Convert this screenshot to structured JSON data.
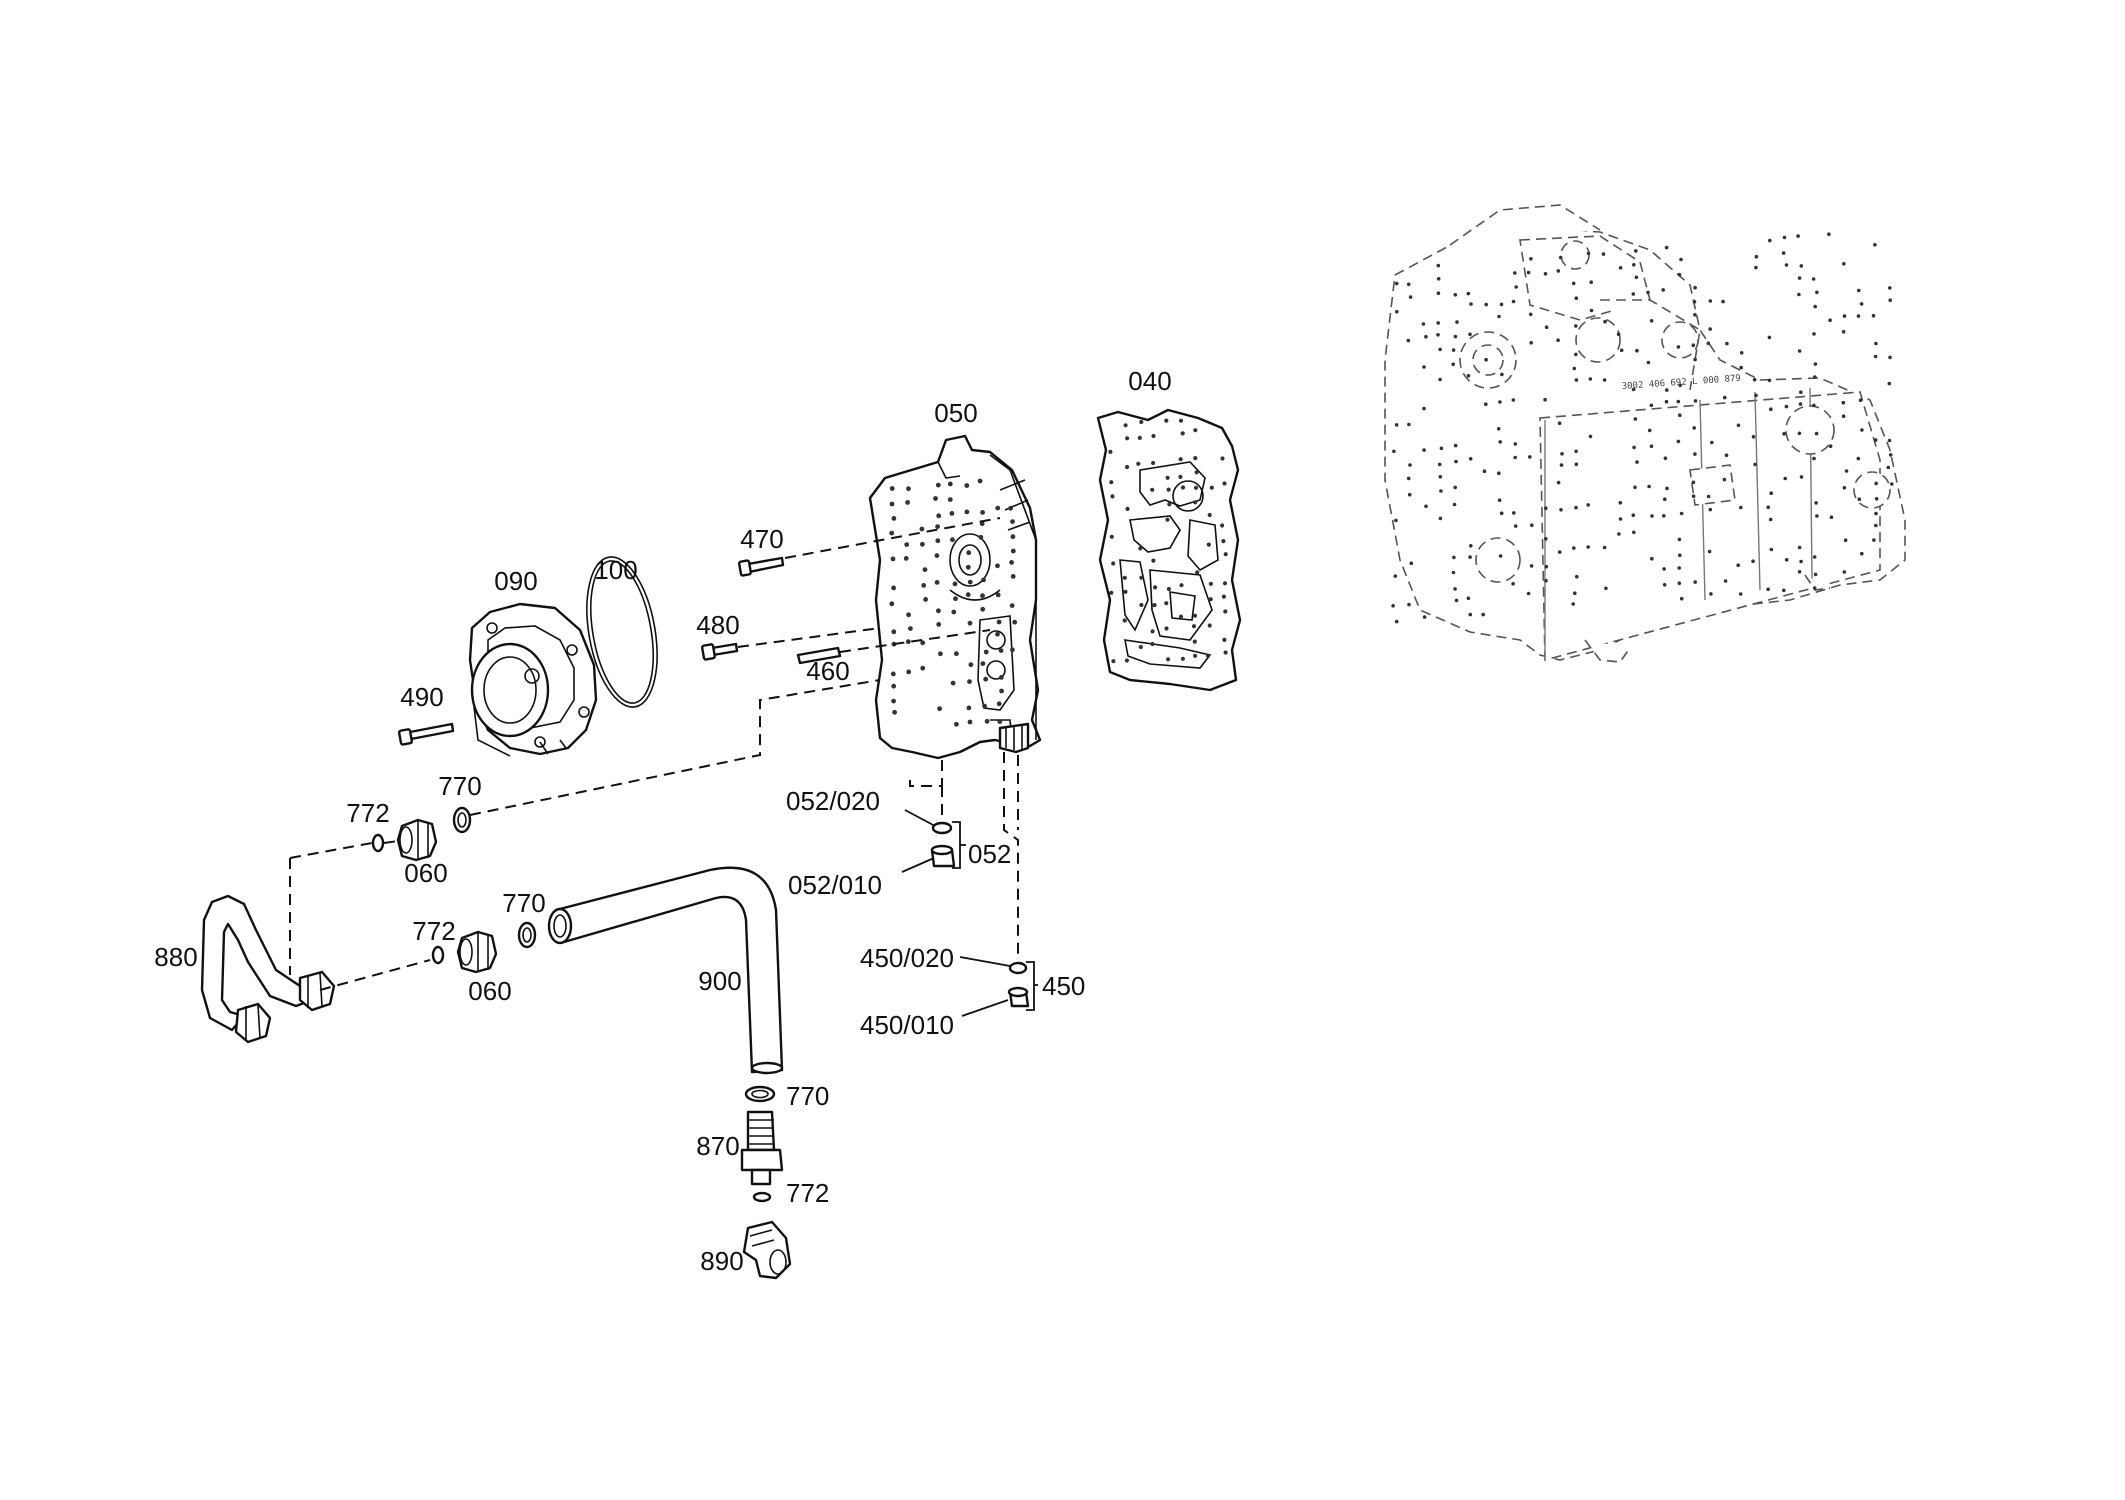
{
  "labels": {
    "l040": "040",
    "l050": "050",
    "l090": "090",
    "l100": "100",
    "l470": "470",
    "l480": "480",
    "l460": "460",
    "l490": "490",
    "l772a": "772",
    "l770a": "770",
    "l060a": "060",
    "l052_020": "052/020",
    "l052": "052",
    "l052_010": "052/010",
    "l880": "880",
    "l772b": "772",
    "l770b": "770",
    "l060b": "060",
    "l900": "900",
    "l450_020": "450/020",
    "l450": "450",
    "l450_010": "450/010",
    "l770c": "770",
    "l870": "870",
    "l772c": "772",
    "l890": "890"
  },
  "housing_stamp": "3002 406 692 L 000 879"
}
